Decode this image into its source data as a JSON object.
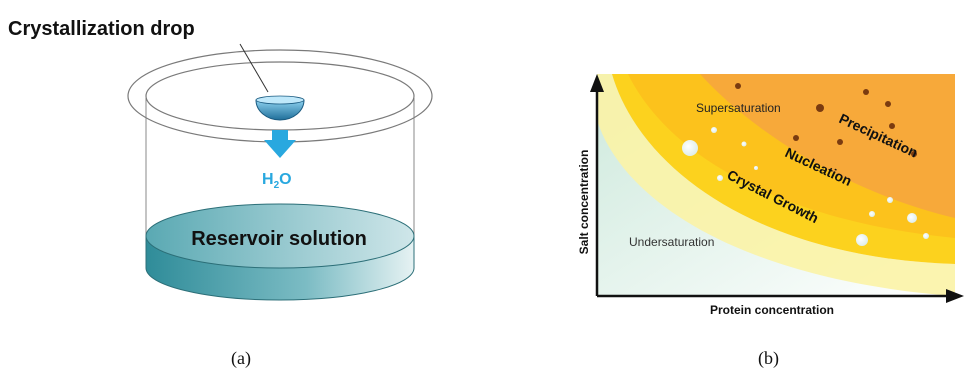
{
  "panel_a": {
    "title": "Crystallization drop",
    "water_label": "H",
    "water_subscript": "2",
    "water_suffix": "O",
    "reservoir_label": "Reservoir solution",
    "caption": "(a)"
  },
  "panel_b": {
    "y_axis_label": "Salt concentration",
    "x_axis_label": "Protein concentration",
    "regions": {
      "supersaturation": "Supersaturation",
      "precipitation": "Precipitation",
      "nucleation": "Nucleation",
      "crystal_growth": "Crystal Growth",
      "undersaturation": "Undersaturation"
    },
    "caption": "(b)"
  },
  "colors": {
    "arrow_blue": "#29a8df",
    "reservoir_teal": "#3f9aa6",
    "precipitation_orange": "#f7a93a",
    "nucleation_yellow": "#fcd21e",
    "growth_pale_yellow": "#fbf3a6",
    "undersaturation_green": "#d4eee4",
    "precipitate_brown": "#7a3b10"
  },
  "icons": [
    "drop-bowl-icon",
    "down-arrow-icon",
    "precipitate-particle-icon",
    "crystal-dot-icon"
  ]
}
